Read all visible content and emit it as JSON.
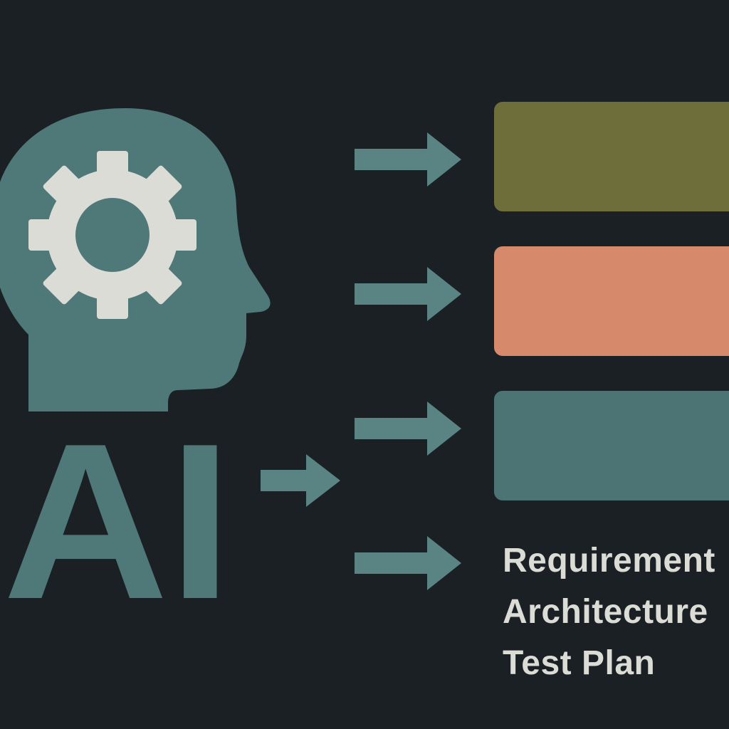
{
  "colors": {
    "background": "#1a2024",
    "teal": "#4f7878",
    "gear": "#dcdcd6",
    "olive": "#6e6e3b",
    "salmon": "#d68a6b",
    "slate_teal": "#4c7474",
    "label_text": "#dcdcd6"
  },
  "head": {
    "icon": "head-with-gear-icon",
    "text": "AI"
  },
  "outputs": [
    {
      "icon": "arrow-right-icon",
      "color": "olive"
    },
    {
      "icon": "arrow-right-icon",
      "color": "salmon"
    },
    {
      "icon": "arrow-right-icon",
      "color": "slate_teal"
    }
  ],
  "labels": [
    "Requirement",
    "Architecture",
    "Test Plan"
  ]
}
